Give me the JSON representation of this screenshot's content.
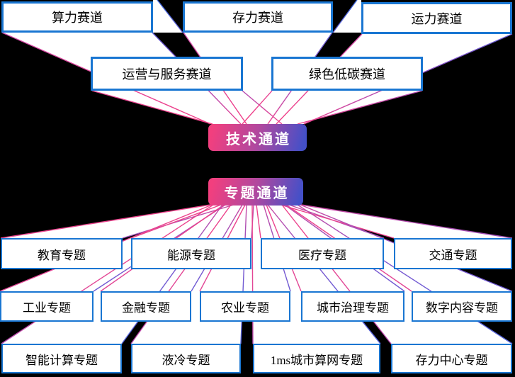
{
  "page": {
    "background": "#000000",
    "box_background": "#ffffff",
    "box_border_color": "#1976d2",
    "box_text_color": "#000000",
    "badge_gradient": [
      "#f23f7e",
      "#4450c8"
    ],
    "badge_text_color": "#ffffff",
    "beam_fill": "#ffffff",
    "beam_pink": "#f23f86",
    "beam_blue": "#3f6ae0",
    "beam_purple": "#8950c8"
  },
  "channels": {
    "technical": {
      "label": "技术通道",
      "tracks": [
        "算力赛道",
        "存力赛道",
        "运力赛道",
        "运营与服务赛道",
        "绿色低碳赛道"
      ]
    },
    "topics": {
      "label": "专题通道",
      "rows": [
        [
          "教育专题",
          "能源专题",
          "医疗专题",
          "交通专题"
        ],
        [
          "工业专题",
          "金融专题",
          "农业专题",
          "城市治理专题",
          "数字内容专题"
        ],
        [
          "智能计算专题",
          "液冷专题",
          "1ms城市算网专题",
          "存力中心专题"
        ]
      ]
    }
  }
}
